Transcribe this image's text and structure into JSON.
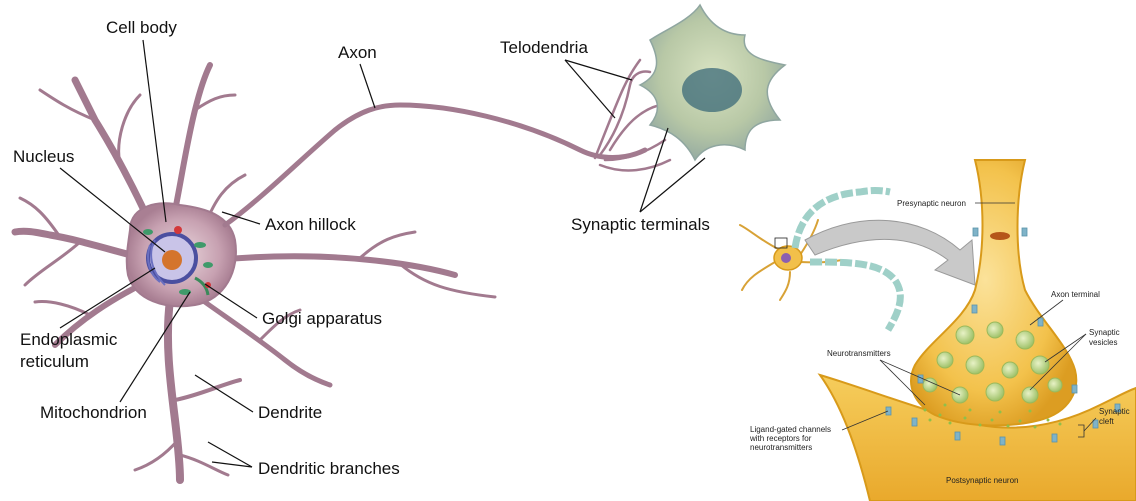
{
  "neuron_labels": {
    "cell_body": "Cell body",
    "axon": "Axon",
    "telodendria": "Telodendria",
    "nucleus": "Nucleus",
    "axon_hillock": "Axon hillock",
    "synaptic_terminals": "Synaptic terminals",
    "golgi_apparatus": "Golgi apparatus",
    "er_line1": "Endoplasmic",
    "er_line2": "reticulum",
    "mitochondrion": "Mitochondrion",
    "dendrite": "Dendrite",
    "dendritic_branches": "Dendritic branches"
  },
  "synapse_labels": {
    "presynaptic_neuron": "Presynaptic neuron",
    "axon_terminal": "Axon terminal",
    "synaptic_vesicles_1": "Synaptic",
    "synaptic_vesicles_2": "vesicles",
    "neurotransmitters": "Neurotransmitters",
    "ligand_1": "Ligand-gated channels",
    "ligand_2": "with receptors for",
    "ligand_3": "neurotransmitters",
    "synaptic_cleft_1": "Synaptic",
    "synaptic_cleft_2": "cleft",
    "postsynaptic_neuron": "Postsynaptic neuron"
  },
  "colors": {
    "neuron_membrane": "#b98a9c",
    "neuron_fill": "#c9a7b6",
    "nucleus": "#4b4fa0",
    "target_cell": "#b9c9a8",
    "synapse_gold": "#f2c04a",
    "synapse_dark": "#d89a1a",
    "vesicle": "#b9d48a",
    "receptor": "#7fb3c8"
  }
}
